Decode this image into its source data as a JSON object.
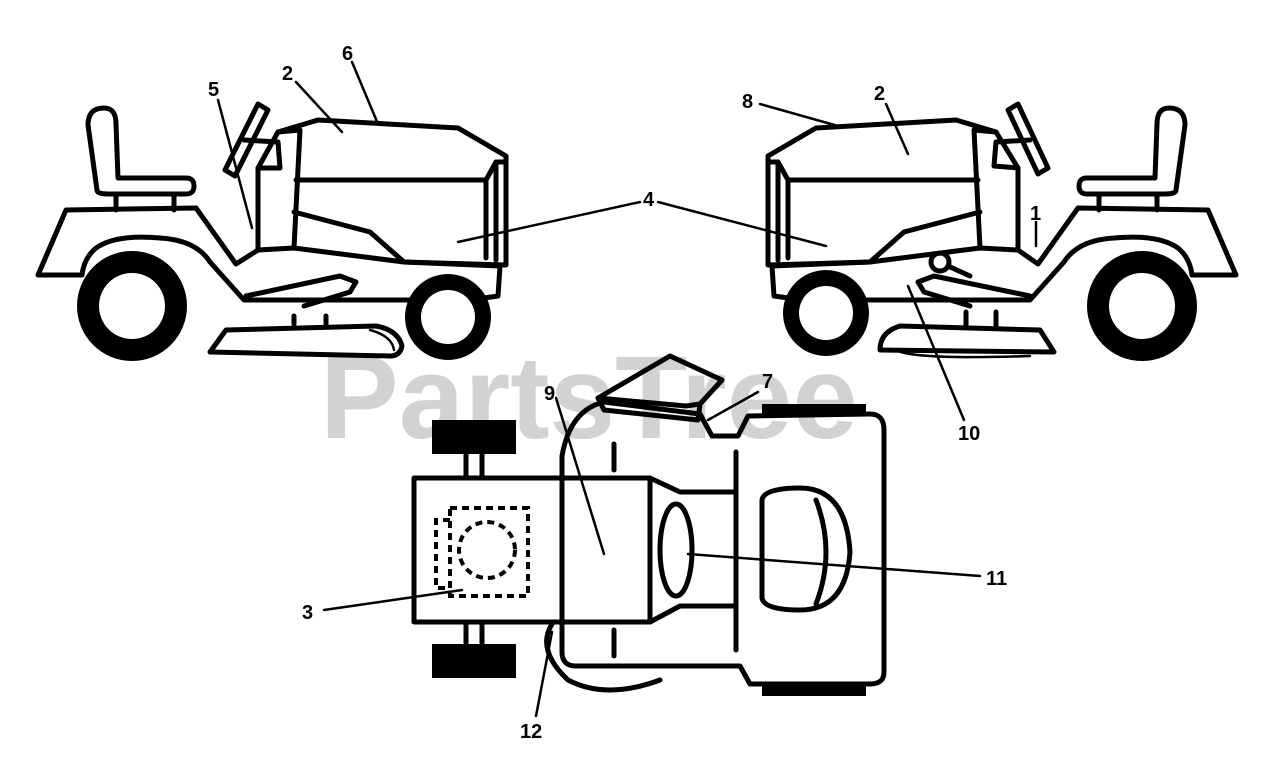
{
  "watermark": "PartsTree",
  "callouts": {
    "c1": "1",
    "c2a": "2",
    "c2b": "2",
    "c3": "3",
    "c4": "4",
    "c5": "5",
    "c6": "6",
    "c7": "7",
    "c8": "8",
    "c9": "9",
    "c10": "10",
    "c11": "11",
    "c12": "12"
  }
}
